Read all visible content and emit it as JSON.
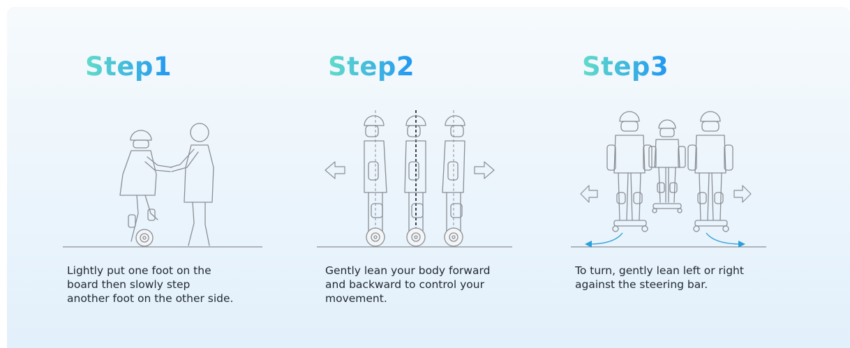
{
  "steps": [
    {
      "title": "Step1",
      "text": "Lightly put one foot on the\nboard then slowly step\nanother foot on the other side.",
      "icon": "step-onto-board-illustration"
    },
    {
      "title": "Step2",
      "text": "Gently lean your body forward\nand backward to control your\nmovement.",
      "icon": "lean-forward-backward-illustration"
    },
    {
      "title": "Step3",
      "text": "To turn, gently lean left or right\nagainst the steering bar.",
      "icon": "turn-left-right-illustration"
    }
  ],
  "colors": {
    "title_gradient_start": "#62dcc8",
    "title_gradient_end": "#2196f3",
    "line_art": "#8a8e94",
    "turn_arrow": "#2a9fd8",
    "body_text": "#222a33"
  }
}
